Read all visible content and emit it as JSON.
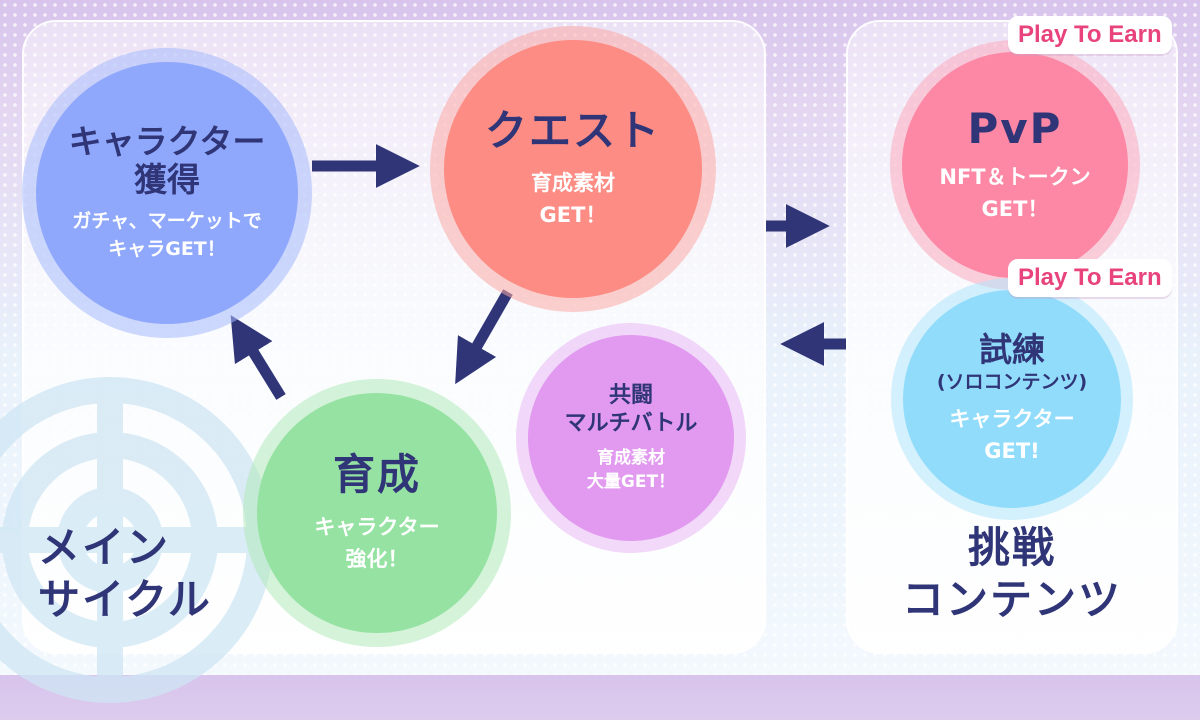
{
  "colors": {
    "navy": "#2f3577",
    "character": "#8fa8fb",
    "quest": "#fc8c84",
    "growth": "#96e2a3",
    "coop": "#e19aef",
    "pvp": "#fc88a5",
    "training": "#92dcfb",
    "badge_text": "#e8437c"
  },
  "main_cycle": {
    "label_line1": "メイン",
    "label_line2": "サイクル",
    "character": {
      "title_line1": "キャラクター",
      "title_line2": "獲得",
      "desc_line1": "ガチャ、マーケットで",
      "desc_line2": "キャラGET！"
    },
    "quest": {
      "title": "クエスト",
      "desc_line1": "育成素材",
      "desc_line2": "GET！"
    },
    "growth": {
      "title": "育成",
      "desc_line1": "キャラクター",
      "desc_line2": "強化！"
    },
    "coop": {
      "title_line1": "共闘",
      "title_line2": "マルチバトル",
      "desc_line1": "育成素材",
      "desc_line2": "大量GET！"
    }
  },
  "challenge": {
    "label_line1": "挑戦",
    "label_line2": "コンテンツ",
    "pvp": {
      "badge": "Play To Earn",
      "title": "PvP",
      "desc_line1": "NFT＆トークン",
      "desc_line2": "GET！"
    },
    "training": {
      "badge": "Play To Earn",
      "title": "試練",
      "subtitle": "(ソロコンテンツ)",
      "desc_line1": "キャラクター",
      "desc_line2": "GET!"
    }
  },
  "icons": {
    "arrow": "arrow-icon",
    "watermark": "emblem-watermark-icon"
  }
}
